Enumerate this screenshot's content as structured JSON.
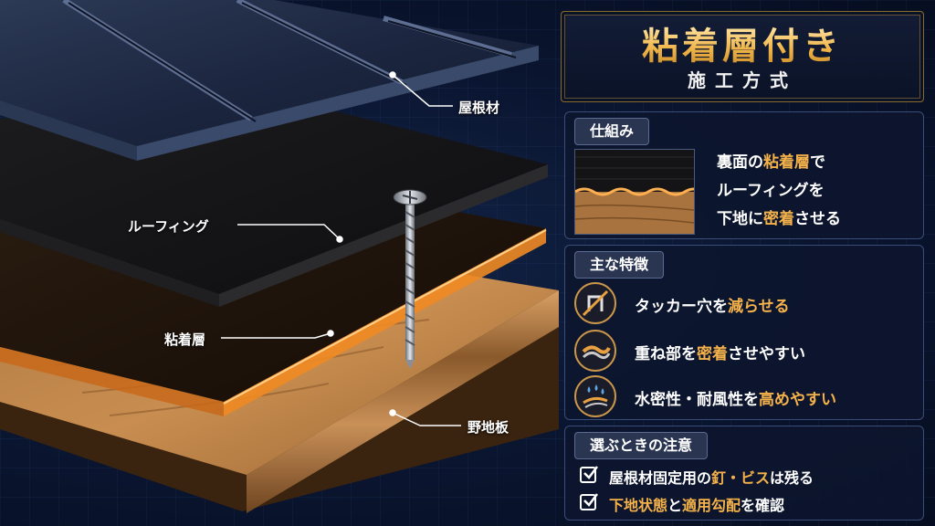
{
  "title": {
    "main": "粘着層付き",
    "sub": "施工方式"
  },
  "callouts": {
    "roof": "屋根材",
    "roofing": "ルーフィング",
    "adhesive": "粘着層",
    "sheathing": "野地板"
  },
  "mechanism": {
    "tag": "仕組み",
    "line1_a": "裏面の",
    "line1_b": "粘着層",
    "line1_c": "で",
    "line2": "ルーフィングを",
    "line3_a": "下地に",
    "line3_b": "密着",
    "line3_c": "させる"
  },
  "features": {
    "tag": "主な特徴",
    "items": [
      {
        "icon": "staple-icon",
        "a": "タッカー穴を",
        "b": "減らせる",
        "c": ""
      },
      {
        "icon": "overlap-icon",
        "a": "重ね部を",
        "b": "密着",
        "c": "させやすい"
      },
      {
        "icon": "water-drop-icon",
        "a": "水密性・耐風性を",
        "b": "高めやすい",
        "c": ""
      }
    ]
  },
  "cautions": {
    "tag": "選ぶときの注意",
    "item1_a": "屋根材固定用の",
    "item1_b": "釘・ビス",
    "item1_c": "は残る",
    "item2_a": "下地状態",
    "item2_b": "と",
    "item2_c": "適用勾配",
    "item2_d": "を確認"
  },
  "colors": {
    "accent": "#f5b24a",
    "panel": "#0c162e",
    "border": "#3a4d78"
  }
}
